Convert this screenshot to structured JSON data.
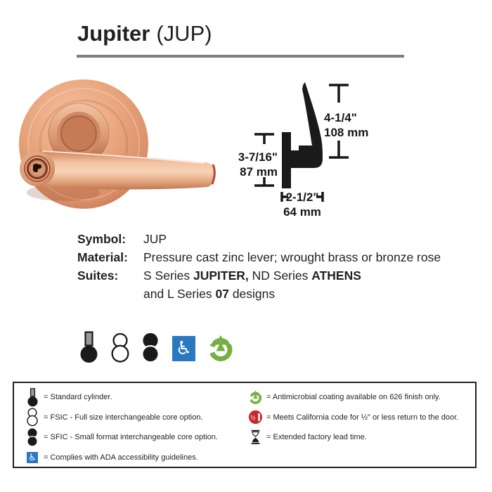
{
  "page": {
    "title_bold": "Jupiter",
    "title_regular": "(JUP)"
  },
  "diagram": {
    "dim_right_in": "4-1/4\"",
    "dim_right_mm": "108 mm",
    "dim_left_in": "3-7/16\"",
    "dim_left_mm": "87 mm",
    "dim_bottom_in": "2-1/2\"",
    "dim_bottom_mm": "64 mm"
  },
  "spec": {
    "symbol_label": "Symbol:",
    "symbol_value": "JUP",
    "material_label": "Material:",
    "material_value": "Pressure cast zinc lever; wrought brass or bronze rose",
    "suites_label": "Suites:",
    "suites": {
      "s1": "S Series ",
      "s2": "JUPITER,",
      "s3": " ND Series ",
      "s4": "ATHENS",
      "s5": "and L Series ",
      "s6": "07",
      "s7": " designs"
    }
  },
  "icons": {
    "ada_glyph": "♿",
    "california_glyph": "½",
    "standard_cylinder": "black-circle-with-gray-stem",
    "fsic": "two-outlined-circles",
    "sfic": "two-filled-circles",
    "ada": "white-wheelchair-on-blue-square",
    "antimicrobial": "green-letter-A-ring",
    "california": "red-circle-half-inch-return",
    "extended_lead_time": "hourglass"
  },
  "legend": {
    "left": [
      {
        "icon": "standard-cylinder-icon",
        "text": "= Standard cylinder."
      },
      {
        "icon": "fsic-icon",
        "text": "= FSIC - Full size interchangeable core option."
      },
      {
        "icon": "sfic-icon",
        "text": "= SFIC - Small format interchangeable core option."
      },
      {
        "icon": "ada-icon",
        "text": "= Complies with ADA accessibility guidelines."
      }
    ],
    "right": [
      {
        "icon": "antimicrobial-icon",
        "text": "= Antimicrobial coating available on 626 finish only."
      },
      {
        "icon": "california-icon",
        "text": "= Meets California code for ½\" or less return to the door."
      },
      {
        "icon": "hourglass-icon",
        "text": "= Extended factory lead time."
      }
    ]
  },
  "colors": {
    "ada_blue": "#2a78bf",
    "antimicrobial_green": "#76b043",
    "california_red": "#c9252c",
    "lever_copper": "#dd9a72",
    "rule_gray": "#7d7e82",
    "ink": "#231f20"
  }
}
